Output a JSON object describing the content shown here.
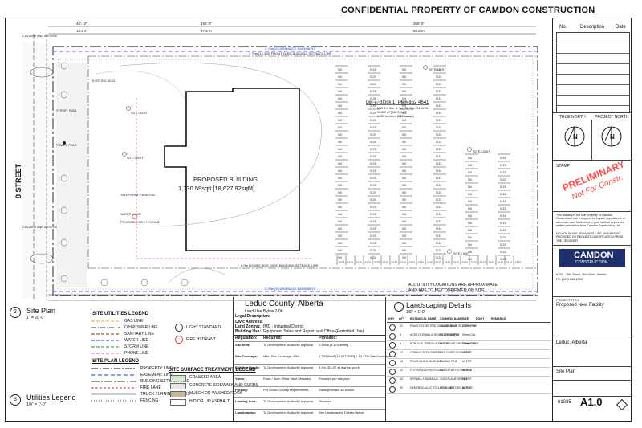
{
  "header": {
    "confidential": "CONFIDENTIAL PROPERTY OF CAMDON CONSTRUCTION"
  },
  "site": {
    "street": "8 STREET",
    "building_title": "PROPOSED BUILDING",
    "building_area": "1,730.59sqft [18,627.92sqM]",
    "lot_title": "Lot 7, Block 1, Plan 152 4641",
    "lot_sub1": "N.W. 1/4 Sec. 5, Twp 51, Rge. 24, W4M",
    "lot_sub2": "12,850 m² [138,314 ft²]",
    "lot_sub3": "1.285 hectares [3.175 acres]",
    "top_setback": "3.75m [12.30ft] FRONT YARD BUILDING SETBACK LINE",
    "bottom_setback": "6.0m [19.69ft] SIDE YARD BUILDING SETBACK LINE",
    "drainage": "2.75m [9'] DRAINAGE EASEMENT",
    "utility_note1": "ALL UTILITY LOCATIONS ARE APPROXIMATE",
    "utility_note2": "AND ARE TO BE CONFIRMED ON SITE",
    "labels": [
      "STREET SIGN",
      "POWER POLE",
      "SITE LIGHT",
      "SITE LIGHT",
      "TELEPHONE PEDESTAL",
      "WATER VALVE",
      "PROPOSED FIRE HYDRANT",
      "CULVERT AND 6M ROW",
      "CULVERT AND 6M ROW",
      "EXISTING SIGN",
      "SITE LIGHT",
      "SITE LIGHT",
      "SITE LIGHT"
    ]
  },
  "parking_labels": [
    "5x5",
    "5125",
    "S125"
  ],
  "site_plan": {
    "number": "2",
    "title": "Site Plan",
    "scale": "1\" = 20'-0\""
  },
  "utilities_legend": {
    "number": "3",
    "title": "Utilities Legend",
    "scale": "1/4\" = 1'-0\""
  },
  "site_utilities_legend": {
    "title": "SITE UTILITIES LEGEND",
    "items": [
      "GAS LINE",
      "O/H POWER LINE",
      "SANITARY LINE",
      "WATER LINE",
      "STORM LINE",
      "PHONE LINE"
    ],
    "symbols": [
      "LIGHT STANDARD",
      "FIRE HYDRANT"
    ]
  },
  "site_plan_legend": {
    "title": "SITE PLAN LEGEND",
    "items": [
      "PROPERTY LINE",
      "EASEMENT LINE",
      "BUILDING SETBACK LINE",
      "FIRE LANE",
      "TRUCK TURNING RADIUS",
      "FENCING"
    ]
  },
  "surface_legend": {
    "title": "SITE SURFACE TREATMENT LEGEND",
    "items": [
      "GRASSED AREA",
      "CONCRETE SIDEWALK AND CURBS",
      "MULCH OR WASHED ROCK",
      "H/D OR L/D ASPHALT"
    ]
  },
  "leduc": {
    "title": "Leduc County, Alberta",
    "bylaw": "Land Use Bylaw 7-08",
    "legal": "Legal Description:",
    "civic": "Civic Address:",
    "zoning_label": "Land Zoning:",
    "zoning": "IMD - Industrial District",
    "use_label": "Building Use:",
    "use": "Equipment Sales and Repair, and Office (Permitted Use)",
    "headers": [
      "Regulation:",
      "Required:",
      "Provided:"
    ],
    "rows": [
      [
        "Site Area:",
        "To Development Authority approval",
        "1.29Ha [3.175 acres]"
      ],
      [
        "Site Coverage:",
        "Max. Site Coverage: 80%",
        "1,730.59m² [18,627.92ft²] = 13.47% Site Coverage"
      ],
      [
        "Building Height:",
        "To Development Authority approval",
        "9.2m [30'-0\"] at highest point"
      ],
      [
        "Yards:",
        "Front / Side / Rear Yard Setbacks",
        "Provided per site plan"
      ],
      [
        "Parking:",
        "Per Leduc County requirements",
        "Stalls provided as shown"
      ],
      [
        "Loading Area:",
        "To Development Authority approval",
        "Provided"
      ],
      [
        "Landscaping:",
        "To Development Authority approval",
        "See Landscaping Details Below"
      ]
    ]
  },
  "landscaping": {
    "title": "Landscaping Details",
    "scale": "1/8\" = 1'-0\"",
    "headers": [
      "KEY",
      "QTY",
      "BOTANICAL NAME",
      "COMMON NAME",
      "SIZE",
      "ROOT",
      "REMARKS"
    ],
    "rows": [
      [
        "12",
        "PINUS SYLVESTRIS 'GLAUCA NANA'",
        "DWARF BLUE SCOTCH PINE",
        "200mm HT"
      ],
      [
        "8",
        "ACER GLENNALA 'SCHRICK'S NORTH'",
        "SILVER MAPLE",
        "50mm CAL"
      ],
      [
        "6",
        "POPULUS TREMULA 'ERECTA'",
        "COLUMNAR SWEDISH ASPEN",
        "50mm CAL"
      ],
      [
        "24",
        "CORNUS STOLONIFERA",
        "RED OSIER DOGWOOD",
        "#2 POT"
      ],
      [
        "18",
        "PINUS MUGO 'MUGHUS'",
        "MUGHO PINE",
        "#2 POT"
      ],
      [
        "20",
        "POTENTILLA FRUTICOSA",
        "GOLDSTAR POTENTILLA",
        "#2 POT"
      ],
      [
        "16",
        "SPIRAEA X BUMALDA",
        "GOLDFLAME SPIREA",
        "#2 POT"
      ],
      [
        "30",
        "HEMEROCALLIS 'STELLA DE ORO'",
        "STELLA DE ORO DAYLILY",
        "#1 POT"
      ]
    ]
  },
  "title_block": {
    "rev_headers": [
      "No.",
      "Description",
      "Date"
    ],
    "true_north": "TRUE NORTH",
    "project_north": "PROJECT NORTH",
    "stamp": "STAMP",
    "preliminary": "PRELIMINARY",
    "not_for_constr": "Not For Constr.",
    "notice": "This drawing is the sole property of Camdon Construction Ltd. It may not be copied, reproduced, or otherwise used in whole or in part, without expressed written permission from Camdon Construction Ltd.",
    "notice2": "DO NOT SCALE DRAWINGS. USE DIMENSIONS PROVIDED OR REQUEST CLARIFICATION FROM THE DESIGNER",
    "logo": "CAMDON",
    "logo_sub": "CONSTRUCTION",
    "address": "6705 - 76th Street, Red Deer, Alberta",
    "phone": "Ph: (403) 343-1233",
    "project_title_label": "PROJECT TITLE",
    "project_title": "Proposed New Facility",
    "location": "Leduc, Alberta",
    "sheet_title": "Site Plan",
    "job_no": "61035",
    "sheet_no": "A1.0"
  }
}
